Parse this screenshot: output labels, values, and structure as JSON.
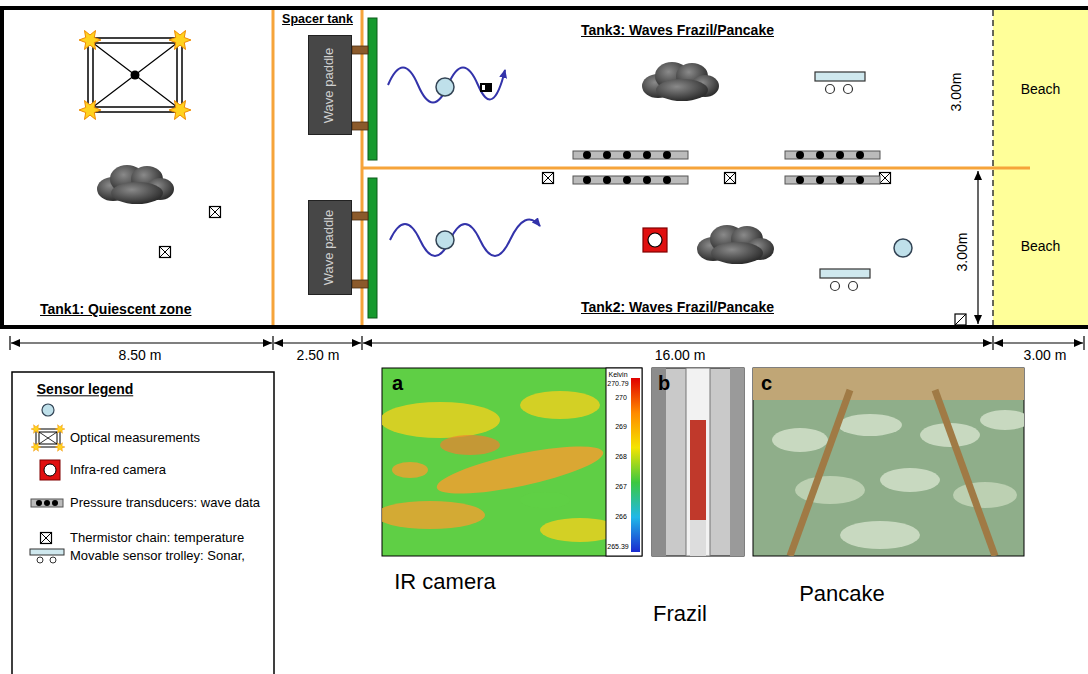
{
  "diagram": {
    "nodes": [
      {
        "text": [
          "Tank1: Quiescent zone"
        ]
      },
      {
        "text": [
          "Spacer tank"
        ]
      },
      {
        "text": [
          "Wave paddle"
        ],
        "in": 1
      },
      {
        "text": [
          "Wave paddle"
        ],
        "in": 1
      },
      {
        "text": [
          "Tank3: Waves Frazil/Pancake"
        ]
      },
      {
        "text": [
          "Tank2: Waves Frazil/Pancake"
        ]
      },
      {
        "text": [
          "Beach"
        ]
      },
      {
        "text": [
          "Beach"
        ]
      },
      {
        "text": [
          "a"
        ]
      },
      {
        "text": [
          "b"
        ]
      },
      {
        "text": [
          "c"
        ]
      }
    ],
    "labels": [
      "3.00m",
      "3.00m",
      "8.50 m",
      "2.50 m",
      "16.00 m",
      "3.00 m",
      "Sensor legend",
      "Kelvin",
      "270.79",
      "270",
      "269",
      "268",
      "267",
      "266",
      "265.39",
      "IR camera",
      "Frazil",
      "Pancake"
    ],
    "legend": [
      {
        "text": "Optical measurements"
      },
      {
        "text": "Infra-red camera"
      },
      {
        "text": "Pressure transducers: wave data"
      },
      {
        "text": "Thermistor chain: temperature"
      },
      {
        "text": "Movable sensor trolley: Sonar,"
      }
    ]
  }
}
